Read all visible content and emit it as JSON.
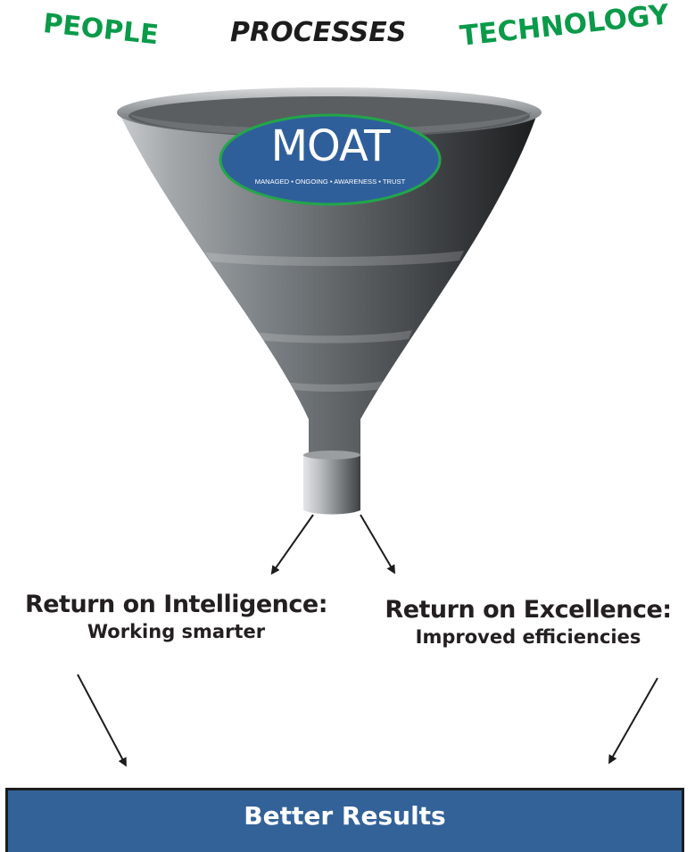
{
  "inputs": {
    "people": "PEOPLE",
    "processes": "PROCESSES",
    "technology": "TECHNOLOGY",
    "people_color": "#0a9a49",
    "processes_color": "#1c1c1c",
    "technology_color": "#0a9a49"
  },
  "funnel": {
    "label": "MOAT",
    "subtitle": "MANAGED • ONGOING • AWARENESS • TRUST",
    "label_fill": "#2f5f9b",
    "label_border": "#22a64a"
  },
  "outcomes": [
    {
      "title": "Return on Intelligence:",
      "subtitle": "Working smarter"
    },
    {
      "title": "Return on Excellence:",
      "subtitle": "Improved efficiencies"
    }
  ],
  "result": {
    "label": "Better Results",
    "fill": "#336299"
  }
}
